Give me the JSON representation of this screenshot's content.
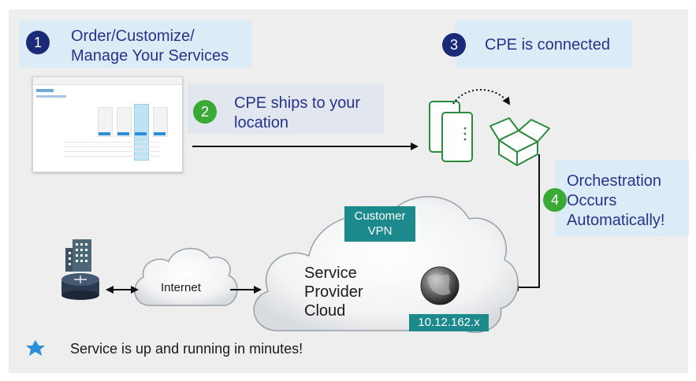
{
  "steps": [
    {
      "number": "1",
      "label_line1": "Order/Customize/",
      "label_line2": "Manage Your Services"
    },
    {
      "number": "2",
      "label_line1": "CPE ships to your",
      "label_line2": "location"
    },
    {
      "number": "3",
      "label_line1": "CPE is connected"
    },
    {
      "number": "4",
      "label_line1": "Orchestration",
      "label_line2": "Occurs",
      "label_line3": "Automatically!"
    }
  ],
  "cloud": {
    "line1": "Service",
    "line2": "Provider",
    "line3": "Cloud"
  },
  "vpn": {
    "line1": "Customer",
    "line2": "VPN"
  },
  "ip_address": "10.12.162.x",
  "internet_label": "Internet",
  "footer_text": "Service is up and running in minutes!",
  "colors": {
    "panel_bg": "#eeeeef",
    "step_box_bg": "#dcecf6",
    "navy": "#1b2a78",
    "green": "#3aaa35",
    "teal": "#1c8a8c"
  },
  "icons": [
    "order-portal-screenshot",
    "cpe-devices-icon",
    "open-box-icon",
    "building-icon",
    "router-icon",
    "globe-icon",
    "star-icon",
    "internet-cloud-icon",
    "provider-cloud-icon"
  ]
}
